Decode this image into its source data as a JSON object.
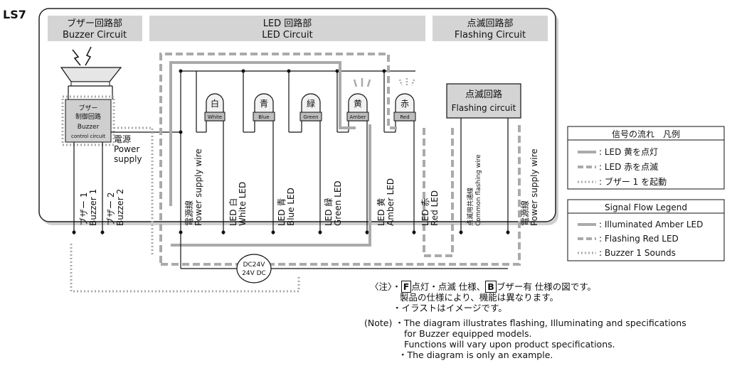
{
  "diagram_id": "LS7",
  "sections": {
    "buzzer": {
      "ja": "ブザー回路部",
      "en": "Buzzer Circuit"
    },
    "led": {
      "ja": "LED 回路部",
      "en": "LED Circuit"
    },
    "flashing": {
      "ja": "点滅回路部",
      "en": "Flashing Circuit"
    }
  },
  "buzzer_control": {
    "l1": "ブザー",
    "l2": "制御回路",
    "l3": "Buzzer",
    "l4": "control circuit"
  },
  "power_supply": {
    "ja": "電源",
    "en1": "Power",
    "en2": "supply"
  },
  "leds": [
    {
      "ja": "白",
      "en": "White"
    },
    {
      "ja": "青",
      "en": "Blue"
    },
    {
      "ja": "緑",
      "en": "Green"
    },
    {
      "ja": "黄",
      "en": "Amber"
    },
    {
      "ja": "赤",
      "en": "Red"
    }
  ],
  "flashing_box": {
    "ja": "点滅回路",
    "en": "Flashing circuit"
  },
  "wire_labels": [
    {
      "ja": "ブザー 1",
      "en": "Buzzer 1"
    },
    {
      "ja": "ブザー 2",
      "en": "Buzzer 2"
    },
    {
      "ja": "電源線",
      "en": "Power supply wire"
    },
    {
      "ja": "LED 白",
      "en": "White LED"
    },
    {
      "ja": "LED 青",
      "en": "Blue LED"
    },
    {
      "ja": "LED 緑",
      "en": "Green LED"
    },
    {
      "ja": "LED 黄",
      "en": "Amber LED"
    },
    {
      "ja": "LED 赤",
      "en": "Red LED"
    },
    {
      "ja": "点滅用共通線",
      "en": "Common flashing wire"
    },
    {
      "ja": "電源線",
      "en": "Power supply wire"
    }
  ],
  "dc_label": {
    "l1": "DC24V",
    "l2": "24V DC"
  },
  "legend_ja": {
    "title": "信号の流れ　凡例",
    "items": [
      ": LED 黄を点灯",
      ": LED 赤を点滅",
      ": ブザー 1 を起動"
    ]
  },
  "legend_en": {
    "title": "Signal Flow Legend",
    "items": [
      ": Illuminated Amber LED",
      ": Flashing Red LED",
      ": Buzzer 1 Sounds"
    ]
  },
  "notes_ja": {
    "prefix": "〈注〉・",
    "f_box": "F",
    "text1": "点灯・点滅 仕様、",
    "b_box": "B",
    "text2": "ブザー有 仕様の図です。",
    "line2": "製品の仕様により、機能は異なります。",
    "line3": "・イラストはイメージです。"
  },
  "notes_en": {
    "prefix": "(Note) ・",
    "line1": "The diagram illustrates flashing, Illuminating and specifications",
    "line2": "for Buzzer equipped models.",
    "line3": "Functions will vary upon product specifications.",
    "line4": "・The diagram is only an example."
  },
  "colors": {
    "section_header_bg": "#d4d4d4",
    "panel_border": "#222222",
    "flow_gray": "#aaaaaa",
    "led_fill": "#f2f2f2",
    "led_body": "#bdbdbd"
  }
}
